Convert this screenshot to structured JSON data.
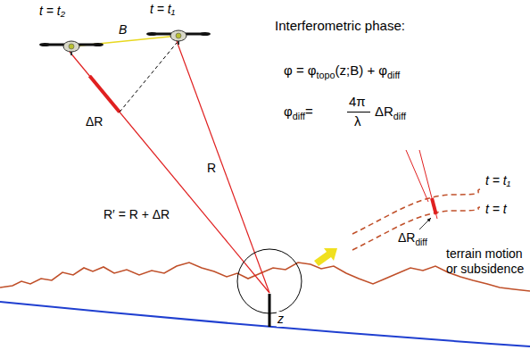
{
  "diagram": {
    "labels": [
      "t = t₂",
      "t = t₁",
      "B",
      "ΔR",
      "R",
      "R′ = R + ΔR",
      "Interferometric phase:",
      "φ = φ",
      "topo",
      "(z;B) + φ",
      "diff",
      "φ",
      "diff",
      "=",
      "4π",
      "λ",
      "ΔR",
      "diff",
      "t = t₁",
      "t = t",
      "ΔR",
      "diff",
      "terrain motion or subsidence",
      "z"
    ]
  }
}
